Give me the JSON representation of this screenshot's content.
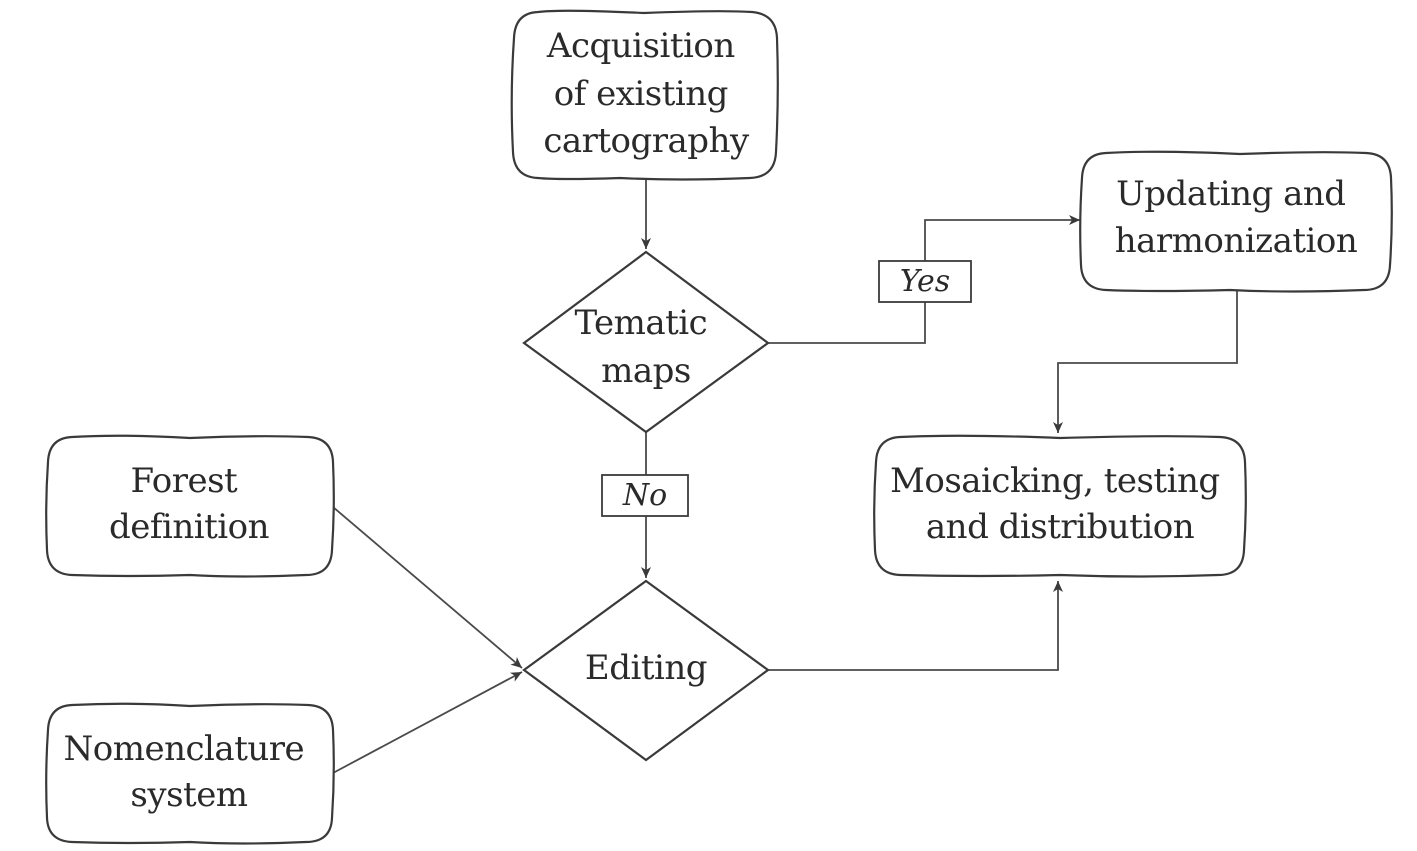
{
  "nodes": {
    "acquisition": {
      "lines": [
        "Acquisition",
        "of existing",
        "cartography"
      ]
    },
    "tematic": {
      "lines": [
        "Tematic",
        "maps"
      ]
    },
    "updating": {
      "lines": [
        "Updating and",
        "harmonization"
      ]
    },
    "mosaicking": {
      "lines": [
        "Mosaicking, testing",
        "and distribution"
      ]
    },
    "forest": {
      "lines": [
        "Forest",
        "definition"
      ]
    },
    "editing": {
      "lines": [
        "Editing"
      ]
    },
    "nomenclature": {
      "lines": [
        "Nomenclature",
        "system"
      ]
    }
  },
  "edge_labels": {
    "yes": "Yes",
    "no": "No"
  },
  "colors": {
    "stroke": "#3a3a3a",
    "text": "#2a2a2a",
    "background": "#ffffff"
  }
}
